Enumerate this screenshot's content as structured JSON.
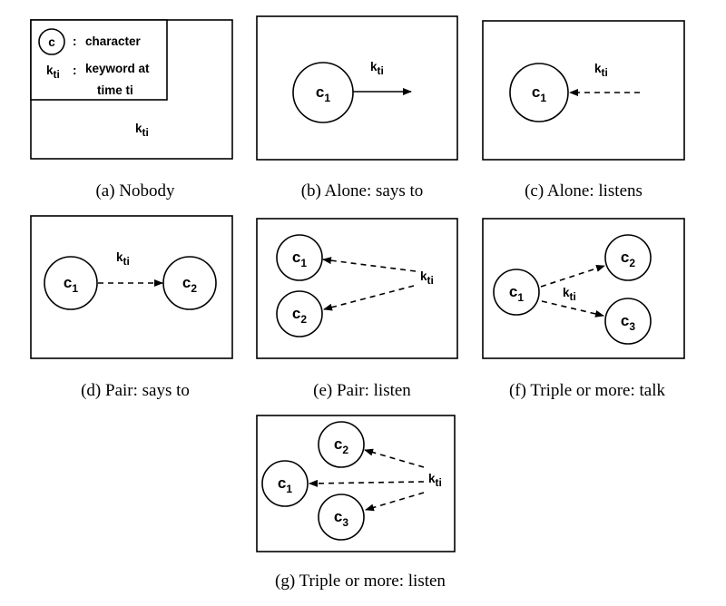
{
  "legend": {
    "circle_letter": "c",
    "circle_desc": "character",
    "keyword_symbol": "k",
    "keyword_sub": "ti",
    "keyword_desc_line1": "keyword at",
    "keyword_desc_line2": "time ti"
  },
  "symbols": {
    "char": "c",
    "keyword": "k",
    "keyword_sub": "ti",
    "c1_sub": "1",
    "c2_sub": "2",
    "c3_sub": "3"
  },
  "colon": ":",
  "panels": {
    "a": {
      "caption": "(a)  Nobody"
    },
    "b": {
      "caption": "(b)  Alone: says to"
    },
    "c": {
      "caption": "(c)  Alone: listens"
    },
    "d": {
      "caption": "(d)  Pair: says to"
    },
    "e": {
      "caption": "(e)  Pair: listen"
    },
    "f": {
      "caption": "(f)  Triple or more: talk"
    },
    "g": {
      "caption": "(g)  Triple or more: listen"
    }
  }
}
